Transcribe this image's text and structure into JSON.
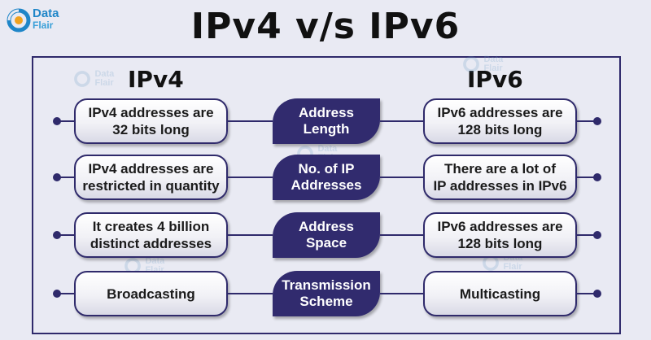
{
  "brand": {
    "line1": "Data",
    "line2": "Flair",
    "color": "#1f86c8"
  },
  "title": "IPv4 v/s IPv6",
  "columns": {
    "left": "IPv4",
    "right": "IPv6"
  },
  "rows": [
    {
      "left": [
        "IPv4 addresses are",
        "32 bits long"
      ],
      "center": [
        "Address",
        "Length"
      ],
      "right": [
        "IPv6 addresses are",
        "128 bits long"
      ]
    },
    {
      "left": [
        "IPv4 addresses are",
        "restricted in quantity"
      ],
      "center": [
        "No. of IP",
        "Addresses"
      ],
      "right": [
        "There are a lot of",
        "IP addresses in IPv6"
      ]
    },
    {
      "left": [
        "It creates 4 billion",
        "distinct addresses"
      ],
      "center": [
        "Address",
        "Space"
      ],
      "right": [
        "IPv6 addresses are",
        "128 bits long"
      ]
    },
    {
      "left": [
        "Broadcasting"
      ],
      "center": [
        "Transmission",
        "Scheme"
      ],
      "right": [
        "Multicasting"
      ]
    }
  ],
  "colors": {
    "navy": "#312b6e",
    "background": "#e9eaf3"
  },
  "icons": {
    "logo": "dataflair-logo-icon"
  }
}
